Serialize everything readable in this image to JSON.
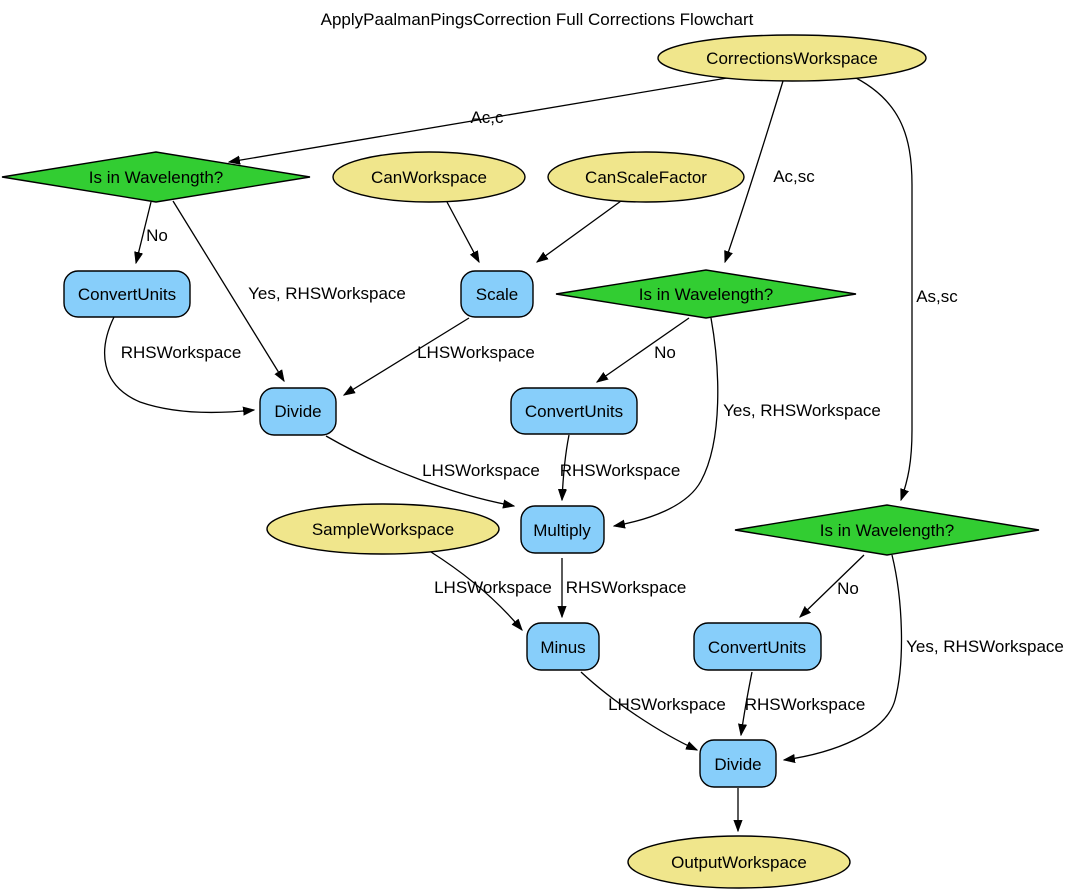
{
  "title": "ApplyPaalmanPingsCorrection Full Corrections Flowchart",
  "colors": {
    "workspace_fill": "#F0E68C",
    "decision_fill": "#32CD32",
    "process_fill": "#87CEFA",
    "edge_stroke": "#000000",
    "text_color": "#000000",
    "background": "#FFFFFF"
  },
  "nodes": {
    "correctionsWorkspace": {
      "label": "CorrectionsWorkspace"
    },
    "canWorkspace": {
      "label": "CanWorkspace"
    },
    "canScaleFactor": {
      "label": "CanScaleFactor"
    },
    "sampleWorkspace": {
      "label": "SampleWorkspace"
    },
    "outputWorkspace": {
      "label": "OutputWorkspace"
    },
    "decision1": {
      "label": "Is in Wavelength?"
    },
    "decision2": {
      "label": "Is in Wavelength?"
    },
    "decision3": {
      "label": "Is in Wavelength?"
    },
    "convertUnits1": {
      "label": "ConvertUnits"
    },
    "convertUnits2": {
      "label": "ConvertUnits"
    },
    "convertUnits3": {
      "label": "ConvertUnits"
    },
    "scale": {
      "label": "Scale"
    },
    "divide1": {
      "label": "Divide"
    },
    "divide2": {
      "label": "Divide"
    },
    "multiply": {
      "label": "Multiply"
    },
    "minus": {
      "label": "Minus"
    }
  },
  "edge_labels": {
    "acc": "Ac,c",
    "acsc": "Ac,sc",
    "assc": "As,sc",
    "no1": "No",
    "yes1": "Yes, RHSWorkspace",
    "rhs1": "RHSWorkspace",
    "lhs1": "LHSWorkspace",
    "no2": "No",
    "yes2": "Yes, RHSWorkspace",
    "lhs2": "LHSWorkspace",
    "rhs2": "RHSWorkspace",
    "lhs3": "LHSWorkspace",
    "rhs3": "RHSWorkspace",
    "no3": "No",
    "yes3": "Yes, RHSWorkspace",
    "lhs4": "LHSWorkspace",
    "rhs4": "RHSWorkspace"
  }
}
